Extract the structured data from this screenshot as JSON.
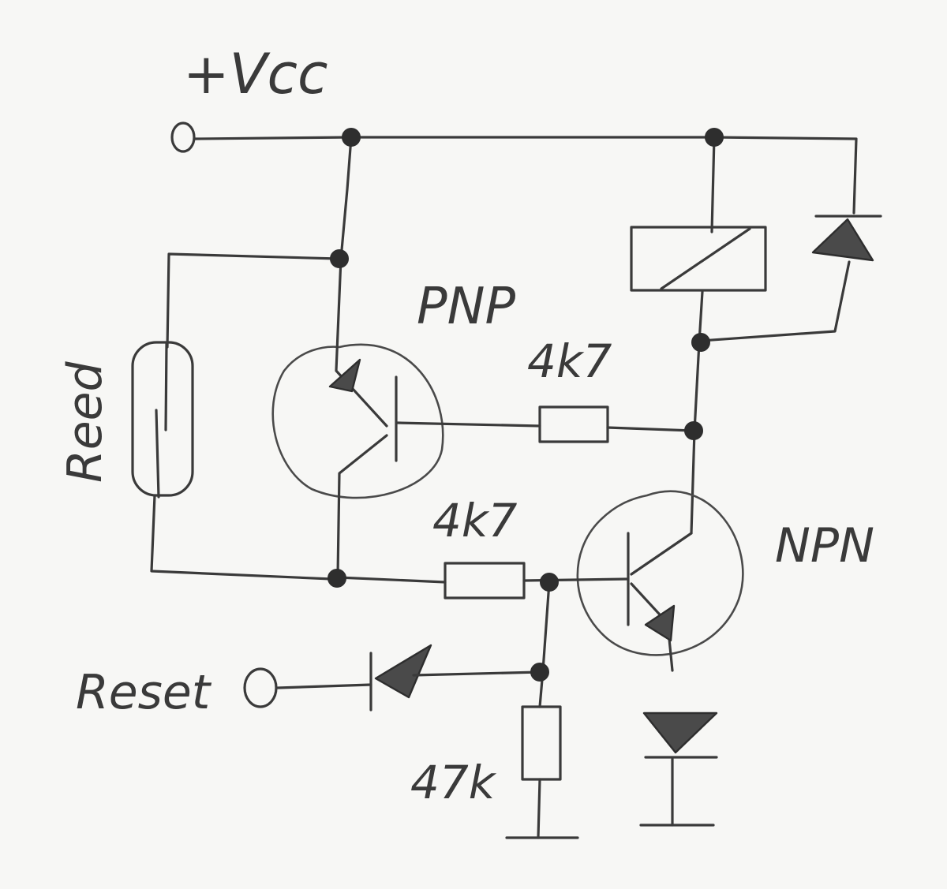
{
  "labels": {
    "vcc": "+Vcc",
    "pnp": "PNP",
    "npn": "NPN",
    "r_pnp_base": "4k7",
    "r_npn_base": "4k7",
    "r_pulldown": "47k",
    "reed": "Reed",
    "reset": "Reset"
  }
}
